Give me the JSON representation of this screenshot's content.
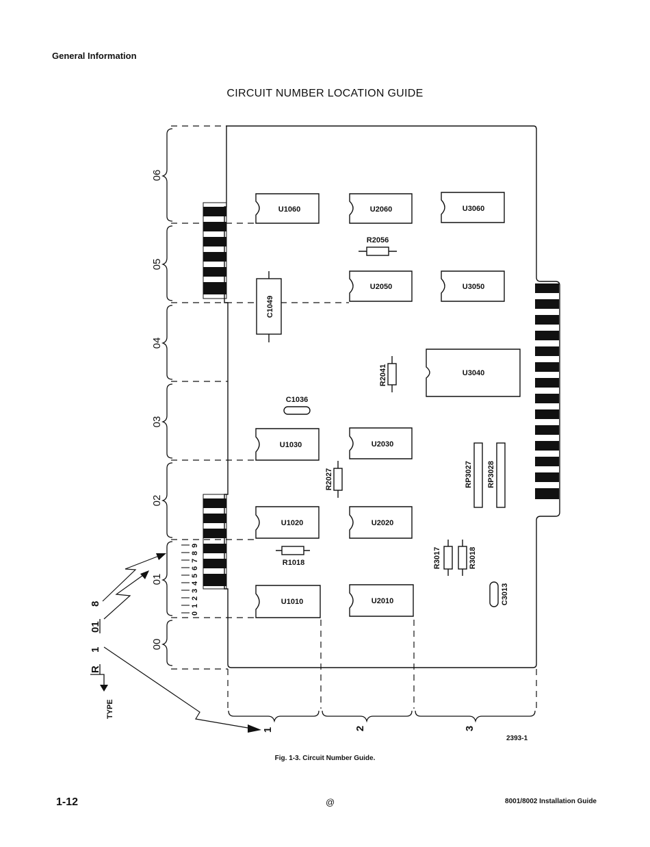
{
  "page": {
    "header": "General Information",
    "title": "CIRCUIT NUMBER LOCATION GUIDE",
    "caption": "Fig. 1-3. Circuit Number Guide.",
    "page_number": "1-12",
    "footer_mark": "@",
    "footer_right": "8001/8002 Installation Guide"
  },
  "diagram": {
    "figure_id": "2393-1",
    "zones": [
      "06",
      "05",
      "04",
      "03",
      "02",
      "01",
      "00"
    ],
    "columns": [
      "1",
      "2",
      "3"
    ],
    "subzone_digits": [
      "0",
      "1",
      "2",
      "3",
      "4",
      "5",
      "6",
      "7",
      "8",
      "9"
    ],
    "type_label": "TYPE",
    "code": {
      "type": "R",
      "column": "1",
      "zone": "01",
      "position": "8"
    },
    "chips": {
      "u1060": "U1060",
      "u2060": "U2060",
      "u3060": "U3060",
      "u2050": "U2050",
      "u3050": "U3050",
      "u3040": "U3040",
      "u1030": "U1030",
      "u2030": "U2030",
      "u1020": "U1020",
      "u2020": "U2020",
      "u1010": "U1010",
      "u2010": "U2010"
    },
    "parts": {
      "r2056": "R2056",
      "c1049": "C1049",
      "r2041": "R2041",
      "c1036": "C1036",
      "r2027": "R2027",
      "rp3027": "RP3027",
      "rp3028": "RP3028",
      "r1018": "R1018",
      "r3017": "R3017",
      "r3018": "R3018",
      "c3013": "C3013"
    }
  }
}
